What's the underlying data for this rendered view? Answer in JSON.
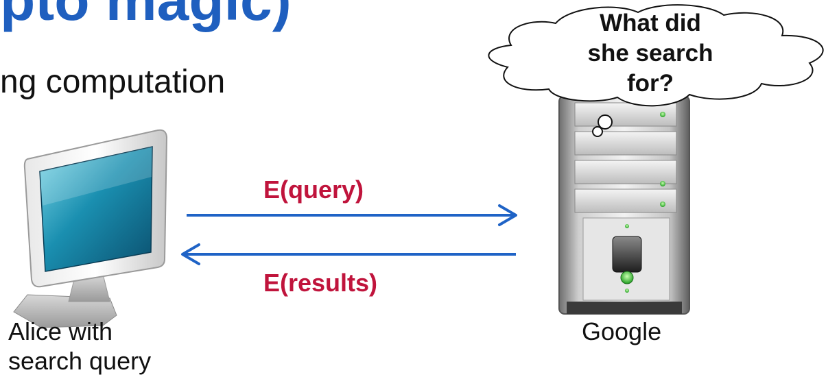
{
  "slide": {
    "title_partial": "pto magic)",
    "subtitle_partial": "ng computation"
  },
  "arrows": {
    "request_label": "E(query)",
    "response_label": "E(results)"
  },
  "client": {
    "label_line1": "Alice with",
    "label_line2": "search query",
    "icon": "computer-monitor-icon"
  },
  "server": {
    "label": "Google",
    "icon": "server-tower-icon"
  },
  "thought": {
    "line1": "What did",
    "line2": "she search",
    "line3": "for?"
  },
  "colors": {
    "title": "#1f5fbf",
    "arrow": "#1f63c6",
    "label_red": "#c0143c"
  }
}
